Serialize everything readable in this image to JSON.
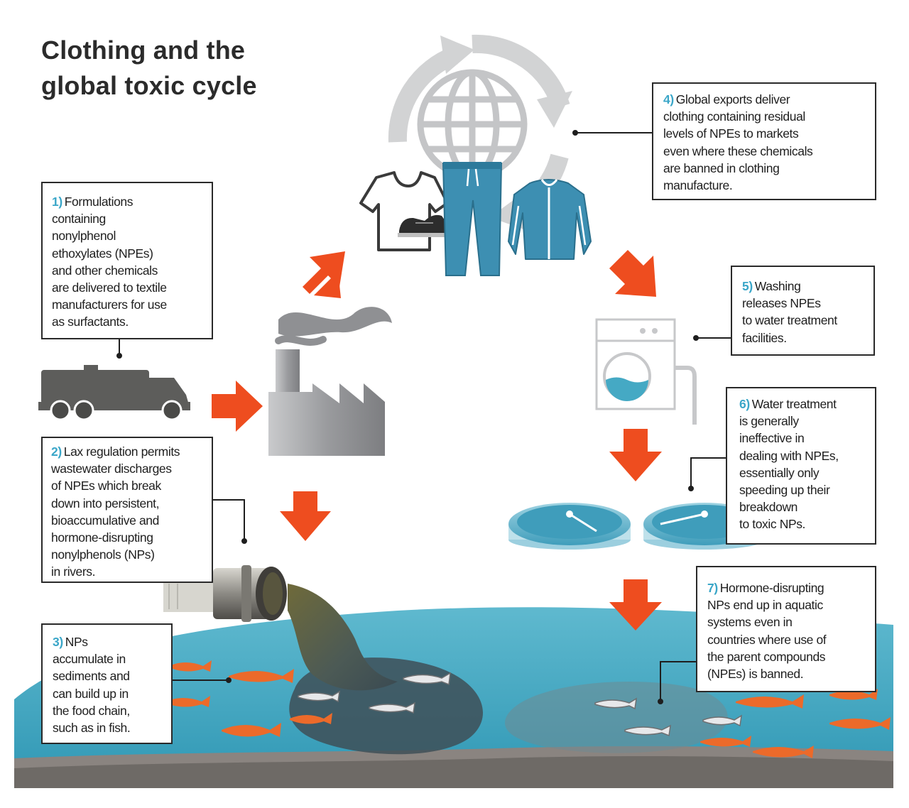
{
  "title": {
    "line1": "Clothing and the",
    "line2": "global toxic cycle"
  },
  "steps": [
    {
      "number": "1)",
      "text": "Formulations\ncontaining\nnonylphenol\nethoxylates (NPEs)\nand other chemicals\nare delivered to textile\nmanufacturers for use\nas surfactants."
    },
    {
      "number": "2)",
      "text": "Lax regulation permits\nwastewater discharges\nof NPEs which break\ndown into persistent,\nbioaccumulative and\nhormone-disrupting\nnonylphenols (NPs)\nin rivers."
    },
    {
      "number": "3)",
      "text": "NPs\naccumulate in\nsediments and\ncan build up in\nthe food chain,\nsuch as in fish."
    },
    {
      "number": "4)",
      "text": "Global exports deliver\nclothing containing residual\nlevels of NPEs to markets\neven where these chemicals\nare banned in clothing\nmanufacture."
    },
    {
      "number": "5)",
      "text": "Washing\nreleases NPEs\nto water treatment\nfacilities."
    },
    {
      "number": "6)",
      "text": "Water treatment\nis generally\nineffective in\ndealing with NPEs,\nessentially only\nspeeding up their\nbreakdown\nto toxic NPs."
    },
    {
      "number": "7)",
      "text": "Hormone-disrupting\nNPs end up in aquatic\nsystems even in\ncountries where use of\nthe parent compounds\n(NPEs) is banned."
    }
  ],
  "icons": [
    "recycle-arrows-icon",
    "globe-icon",
    "t-shirt-icon",
    "sneaker-icon",
    "trousers-icon",
    "jacket-icon",
    "tanker-truck-icon",
    "factory-icon",
    "washing-machine-icon",
    "treatment-tank-icon",
    "discharge-pipe-icon",
    "fish-icon",
    "flow-arrow-icon"
  ],
  "colors": {
    "arrow": "#ee4d1f",
    "number": "#3aa6c8",
    "water": "#45a9c4",
    "water_light": "#a8d9e5",
    "sediment": "#6e6a66",
    "factory_gray": "#a3a4a6",
    "truck_gray": "#5d5d5b",
    "clothing_blue": "#3d8fb2",
    "fish": "#ec6a2a"
  }
}
